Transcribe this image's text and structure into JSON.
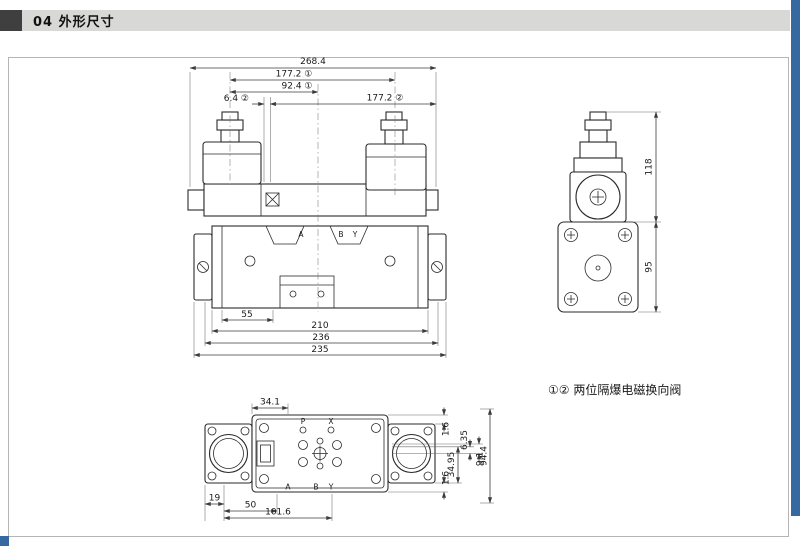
{
  "accent_color": "#35699f",
  "header": {
    "label": "04 外形尺寸"
  },
  "note": "①② 两位隔爆电磁换向阀",
  "front_view": {
    "ports": {
      "a": "A",
      "b": "B",
      "y": "Y"
    },
    "dims": {
      "overall": "268.4",
      "w177_1": "177.2 ①",
      "w92_1": "92.4 ①",
      "w6_2": "6.4 ②",
      "w177_2": "177.2 ②",
      "w55": "55",
      "w210": "210",
      "w236": "236",
      "w235": "235"
    }
  },
  "side_view": {
    "dims": {
      "h118": "118",
      "h95": "95"
    }
  },
  "top_view": {
    "ports": {
      "p": "P",
      "x": "X",
      "a": "A",
      "b": "B",
      "y": "Y"
    },
    "dims": {
      "d34_1": "34.1",
      "d1_6_top": "1.6",
      "d6_35": "6.35",
      "d9_1": "9.1",
      "d94_4": "94.4",
      "d34_95": "34.95",
      "d1_6_bot": "1.6",
      "d19": "19",
      "d50": "50",
      "d101_6": "101.6"
    }
  }
}
